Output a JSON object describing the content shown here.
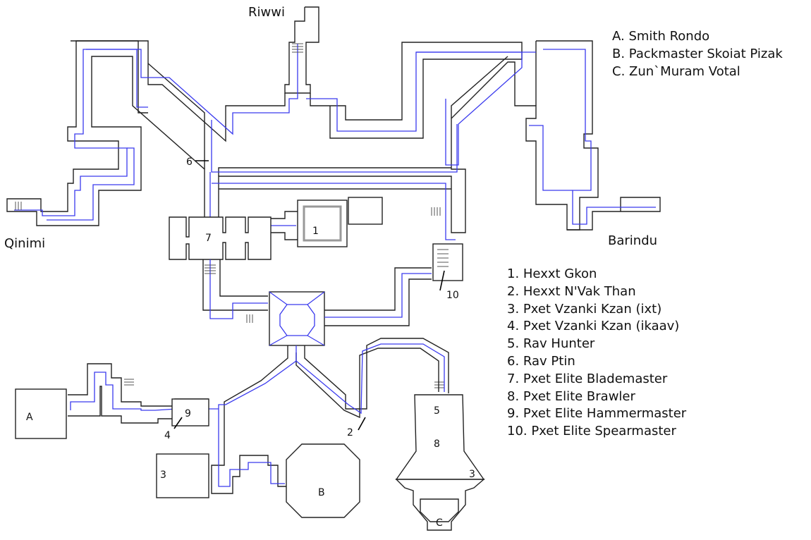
{
  "zones": {
    "north": "Riwwi",
    "west": "Qinimi",
    "east": "Barindu"
  },
  "npc_legend": [
    "A. Smith Rondo",
    "B. Packmaster Skoiat Pizak",
    "C. Zun`Muram Votal"
  ],
  "mob_legend": [
    "1. Hexxt Gkon",
    "2. Hexxt N'Vak Than",
    "3. Pxet Vzanki Kzan (ixt)",
    "4. Pxet Vzanki Kzan (ikaav)",
    "5. Rav Hunter",
    "6. Rav Ptin",
    "7. Pxet Elite Blademaster",
    "8. Pxet Elite Brawler",
    "9. Pxet Elite Hammermaster",
    "10. Pxet Elite Spearmaster"
  ],
  "markers": {
    "m1": "1",
    "m2": "2",
    "m3a": "3",
    "m3b": "3",
    "m4": "4",
    "m5": "5",
    "m6": "6",
    "m7": "7",
    "m8": "8",
    "m9": "9",
    "m10": "10",
    "a": "A",
    "b": "B",
    "c": "C"
  },
  "colors": {
    "wall": "#222222",
    "path": "#3a3aee"
  }
}
